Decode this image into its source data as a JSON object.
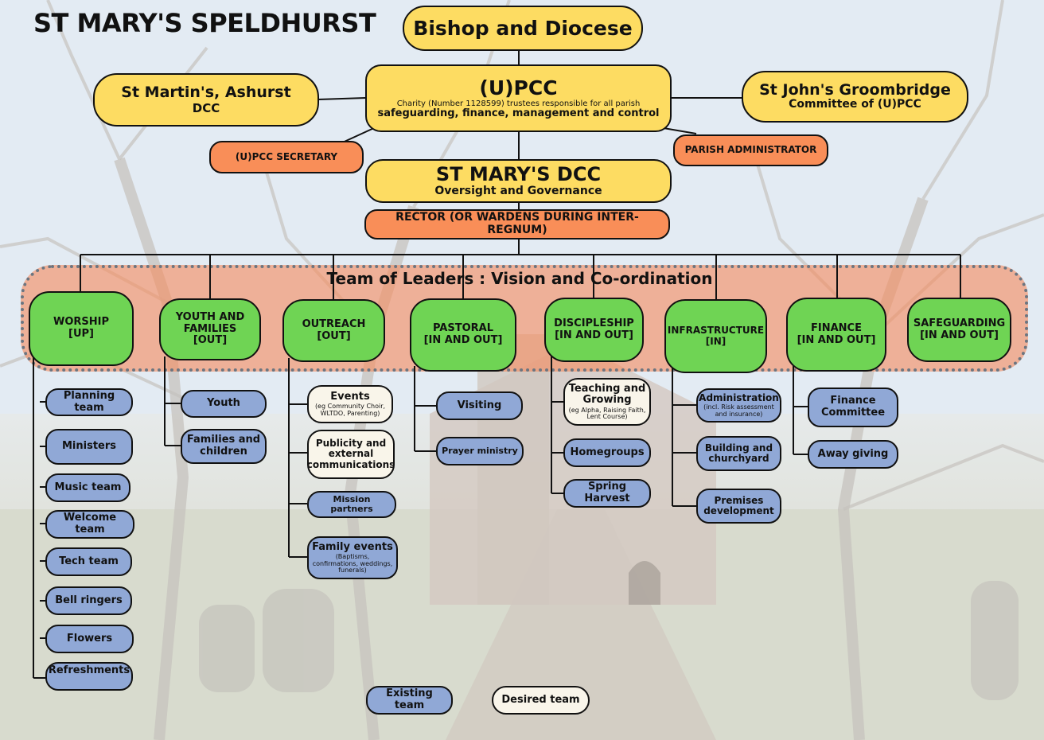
{
  "title": "ST MARY'S SPELDHURST",
  "top": {
    "bishop": "Bishop and Diocese",
    "upcc": {
      "title": "(U)PCC",
      "line1": "Charity (Number 1128599) trustees responsible for all parish",
      "line2": "safeguarding, finance, management and control"
    },
    "martins": {
      "line1": "St Martin's, Ashurst",
      "line2": "DCC"
    },
    "johns": {
      "line1": "St John's Groombridge",
      "line2": "Committee of (U)PCC"
    },
    "secretary": "(U)PCC SECRETARY",
    "administrator": "PARISH ADMINISTRATOR",
    "dcc": {
      "title": "ST MARY'S DCC",
      "subtitle": "Oversight and Governance"
    },
    "rector": "RECTOR (OR WARDENS DURING INTER-REGNUM)"
  },
  "team_title": "Team of Leaders : Vision and Co-ordination",
  "leaders": [
    {
      "line1": "WORSHIP",
      "line2": "[UP]"
    },
    {
      "line1": "YOUTH AND FAMILIES",
      "line2": "[OUT]"
    },
    {
      "line1": "OUTREACH",
      "line2": "[OUT]"
    },
    {
      "line1": "PASTORAL",
      "line2": "[IN AND OUT]"
    },
    {
      "line1": "DISCIPLESHIP",
      "line2": "[IN AND OUT]"
    },
    {
      "line1": "INFRASTRUCTURE",
      "line2": "[IN]"
    },
    {
      "line1": "FINANCE",
      "line2": "[IN AND OUT]"
    },
    {
      "line1": "SAFEGUARDING",
      "line2": "[IN AND OUT]"
    }
  ],
  "worship_teams": [
    "Planning team",
    "Ministers",
    "Music team",
    "Welcome team",
    "Tech team",
    "Bell ringers",
    "Flowers",
    "Refreshments"
  ],
  "youth_teams": [
    "Youth",
    "Families and children"
  ],
  "outreach_teams": [
    {
      "label": "Events",
      "note": "(eg Community Choir, WLTDO, Parenting)"
    },
    {
      "label": "Publicity and external communications",
      "note": ""
    },
    {
      "label": "Mission partners",
      "note": ""
    },
    {
      "label": "Family events",
      "note": "(Baptisms, confirmations, weddings, funerals)"
    }
  ],
  "pastoral_teams": [
    "Visiting",
    "Prayer ministry"
  ],
  "discipleship_teams": [
    {
      "label": "Teaching and Growing",
      "note": "(eg Alpha, Raising Faith, Lent Course)"
    },
    {
      "label": "Homegroups",
      "note": ""
    },
    {
      "label": "Spring Harvest",
      "note": ""
    }
  ],
  "infrastructure_teams": [
    {
      "label": "Administration",
      "note": "(incl. Risk assessment and insurance)"
    },
    {
      "label": "Building and churchyard",
      "note": ""
    },
    {
      "label": "Premises development",
      "note": ""
    }
  ],
  "finance_teams": [
    "Finance Committee",
    "Away giving"
  ],
  "legend": {
    "existing": "Existing team",
    "desired": "Desired team"
  },
  "colors": {
    "yellow": "#fddc62",
    "orange": "#f98e58",
    "green": "#6fd454",
    "blue": "#90a8d6",
    "cream": "#f9f5ea"
  }
}
